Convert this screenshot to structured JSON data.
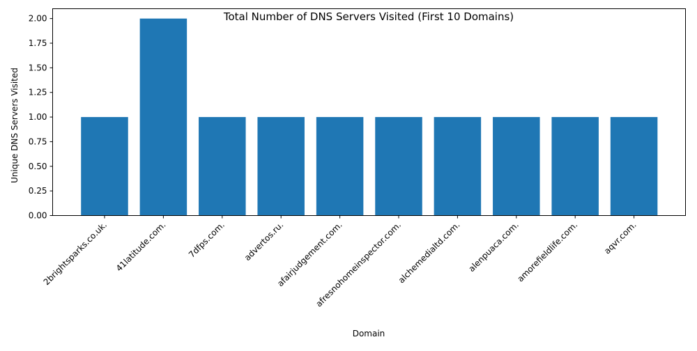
{
  "chart_data": {
    "type": "bar",
    "title": "Total Number of DNS Servers Visited (First 10 Domains)",
    "xlabel": "Domain",
    "ylabel": "Unique DNS Servers Visited",
    "categories": [
      "2brightsparks.co.uk.",
      "41latitude.com.",
      "7dfps.com.",
      "advertos.ru.",
      "afairjudgement.com.",
      "afresnohomeinspector.com.",
      "alchemedialtd.com.",
      "alenpuaca.com.",
      "amorefieldlife.com.",
      "aqvr.com."
    ],
    "values": [
      1,
      2,
      1,
      1,
      1,
      1,
      1,
      1,
      1,
      1
    ],
    "ylim": [
      0,
      2.1
    ],
    "yticks": [
      "0.00",
      "0.25",
      "0.50",
      "0.75",
      "1.00",
      "1.25",
      "1.50",
      "1.75",
      "2.00"
    ],
    "grid": false,
    "legend": "none",
    "bar_color": "#1f77b4"
  }
}
